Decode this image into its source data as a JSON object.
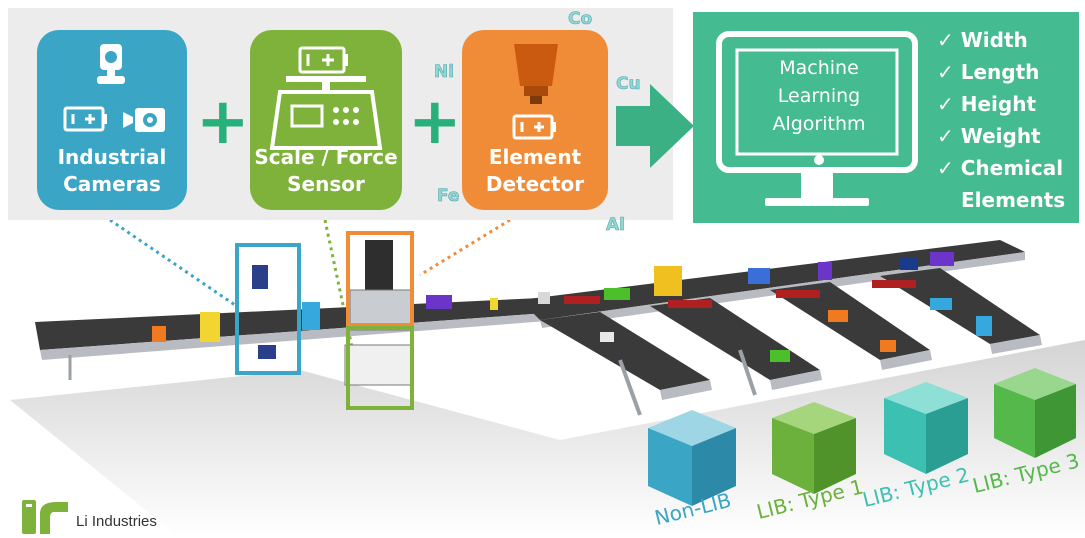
{
  "sensors": [
    {
      "label_line1": "Industrial",
      "label_line2": "Cameras",
      "color": "#3aa5c5"
    },
    {
      "label_line1": "Scale / Force",
      "label_line2": "Sensor",
      "color": "#7fb23a"
    },
    {
      "label_line1": "Element",
      "label_line2": "Detector",
      "color": "#f08c38"
    }
  ],
  "elements": {
    "co": "Co",
    "ni": "Ni",
    "cu": "Cu",
    "fe": "Fe",
    "al": "Al"
  },
  "ml": {
    "title_line1": "Machine",
    "title_line2": "Learning",
    "title_line3": "Algorithm",
    "checks": [
      "Width",
      "Length",
      "Height",
      "Weight",
      "Chemical",
      "Elements"
    ],
    "color": "#45bb91"
  },
  "boxes": [
    {
      "label": "Non-LIB",
      "color": "#3aa5c5"
    },
    {
      "label": "LIB: Type 1",
      "color": "#6bb13c"
    },
    {
      "label": "LIB: Type 2",
      "color": "#3cc0b2"
    },
    {
      "label": "LIB: Type 3",
      "color": "#55b84a"
    }
  ],
  "logo": {
    "name": "Li Industries"
  }
}
